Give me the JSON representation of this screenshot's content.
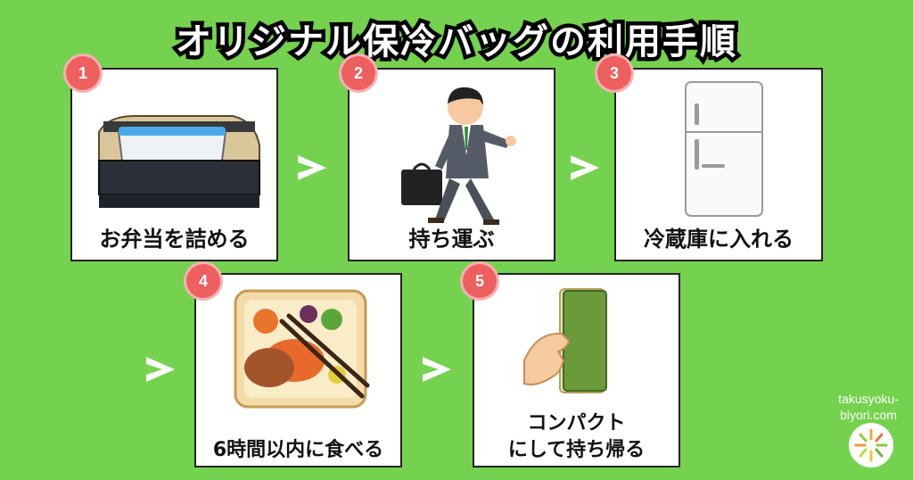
{
  "title": "オリジナル保冷バッグの利用手順",
  "steps": [
    {
      "number": "1",
      "label": "お弁当を詰める",
      "icon": "lunchbox-in-bag-icon"
    },
    {
      "number": "2",
      "label": "持ち運ぶ",
      "icon": "businessman-walking-icon"
    },
    {
      "number": "3",
      "label": "冷蔵庫に入れる",
      "icon": "refrigerator-icon"
    },
    {
      "number": "4",
      "label": "6時間以内に食べる",
      "icon": "bento-with-chopsticks-icon"
    },
    {
      "number": "5",
      "label_line1": "コンパクト",
      "label_line2": "にして持ち帰る",
      "icon": "folded-bag-in-hand-icon"
    }
  ],
  "watermark": {
    "line1": "takusyoku-",
    "line2": "biyori.com"
  },
  "colors": {
    "background": "#75d24f",
    "badge": "#ee5f5f",
    "arrow": "#ffffff"
  }
}
